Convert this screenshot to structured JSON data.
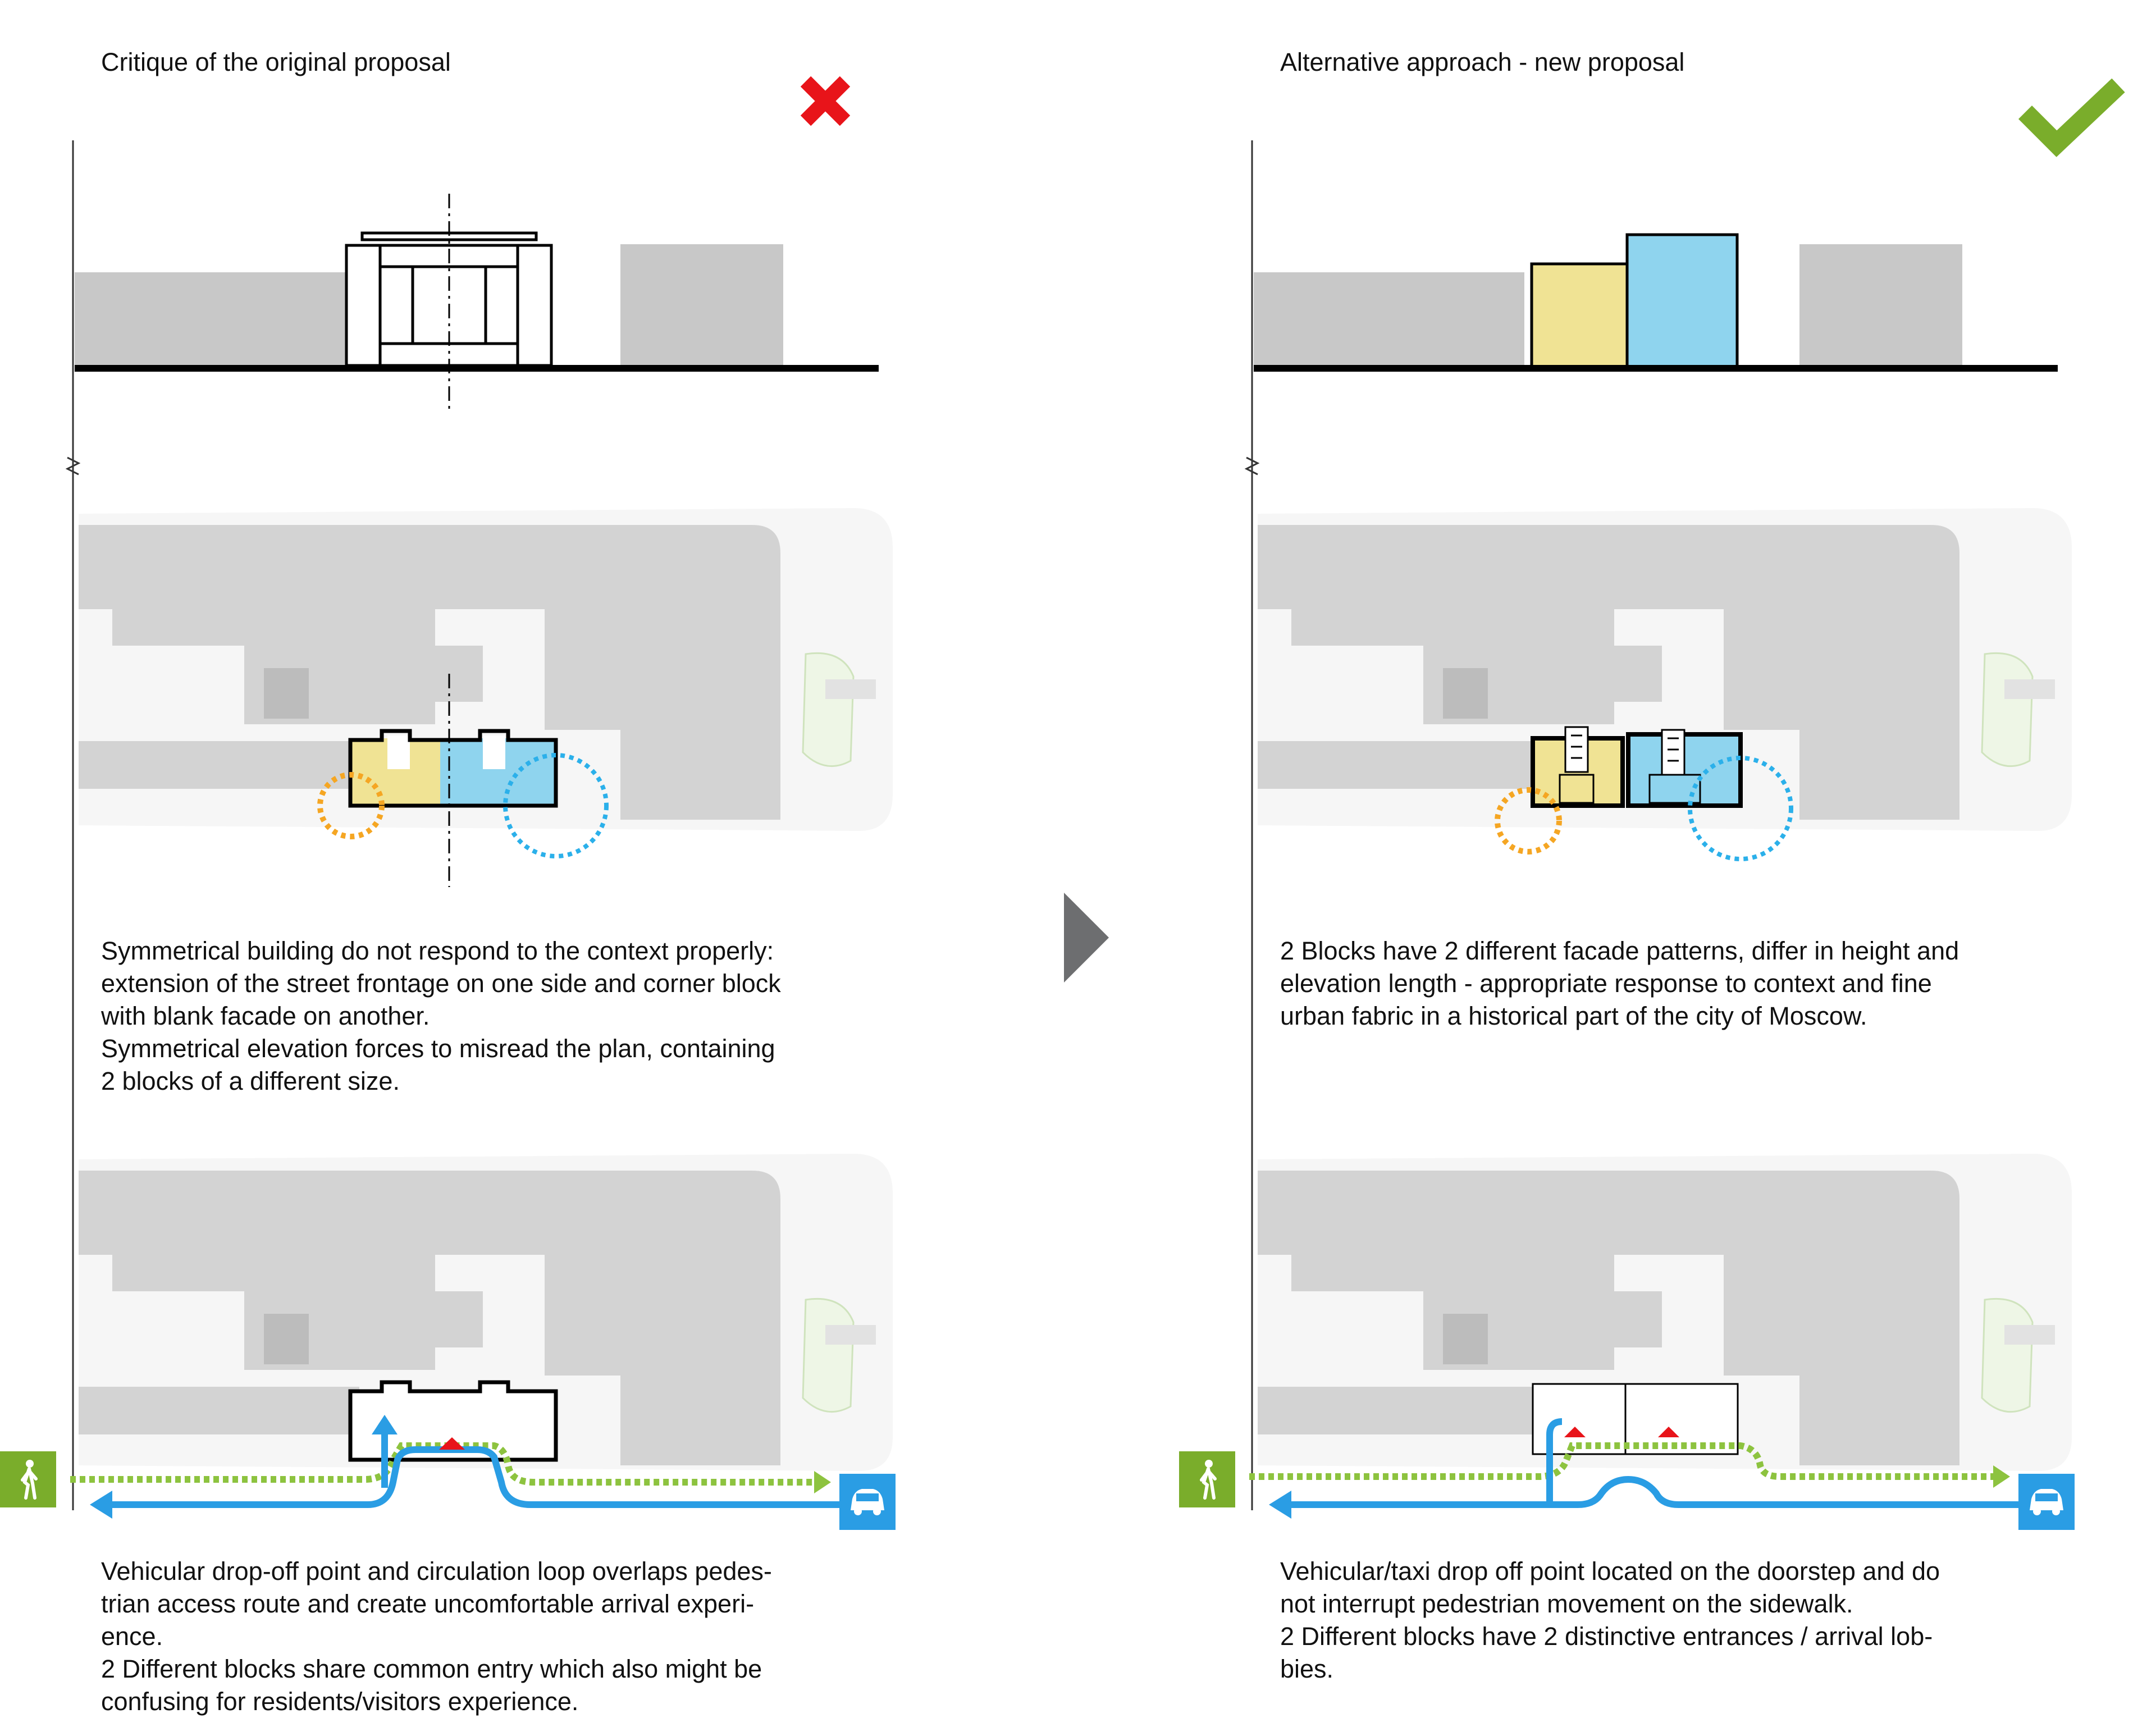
{
  "left": {
    "title": "Critique of the original proposal",
    "verdict_icon": "cross-icon",
    "verdict_color": "#e8141a",
    "description_1": [
      "Symmetrical building do not respond to the context properly:",
      "extension of the street frontage on one side and corner block",
      "with blank facade on another.",
      "Symmetrical elevation forces to misread the plan, containing",
      "2 blocks of a different size."
    ],
    "description_2": [
      "Vehicular drop-off point and circulation loop overlaps pedes-",
      "trian access route and create uncomfortable arrival experi-",
      "ence.",
      "2 Different blocks share common entry which also might be",
      "confusing for residents/visitors experience."
    ]
  },
  "right": {
    "title": "Alternative approach - new proposal",
    "verdict_icon": "check-icon",
    "verdict_color": "#7aad2b",
    "description_1": [
      "2 Blocks have 2 different facade patterns, differ in height and",
      "elevation length - appropriate response to context and fine",
      "urban fabric in a historical part of the city of Moscow."
    ],
    "description_2": [
      "Vehicular/taxi drop off point located on the doorstep and do",
      "not interrupt pedestrian movement on the sidewalk.",
      "2 Different blocks have 2 distinctive entrances / arrival lob-",
      "bies."
    ]
  },
  "transition_icon": "play-arrow-icon",
  "icons": {
    "pedestrian": "pedestrian-icon",
    "car": "car-icon",
    "entrance": "entrance-marker-icon"
  },
  "colors": {
    "yellow_block": "#f0e394",
    "blue_block": "#8fd4ee",
    "context_gray": "#c8c8c8",
    "pedestrian_route": "#8dc33f",
    "vehicle_route": "#2a9de4",
    "orange_circle": "#f5a623",
    "blue_circle": "#2bb0ea",
    "entrance_marker": "#e8141a",
    "arrow_gray": "#6d6e70"
  }
}
